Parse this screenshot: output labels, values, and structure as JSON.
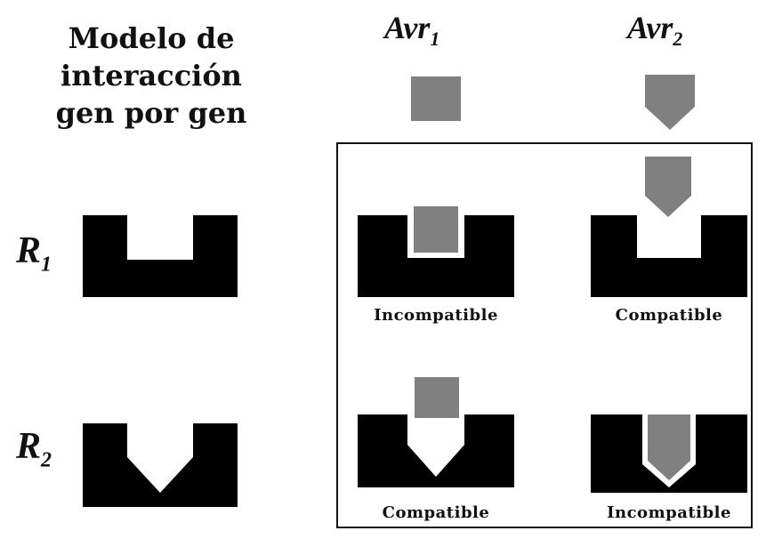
{
  "diagram": {
    "title_lines": [
      "Modelo de",
      "interacción",
      "gen por gen"
    ],
    "columns": [
      {
        "base": "Avr",
        "sub": "1"
      },
      {
        "base": "Avr",
        "sub": "2"
      }
    ],
    "rows": [
      {
        "base": "R",
        "sub": "1"
      },
      {
        "base": "R",
        "sub": "2"
      }
    ],
    "cells": [
      {
        "row": 1,
        "col": 1,
        "result": "Incompatible"
      },
      {
        "row": 1,
        "col": 2,
        "result": "Compatible"
      },
      {
        "row": 2,
        "col": 1,
        "result": "Compatible"
      },
      {
        "row": 2,
        "col": 2,
        "result": "Incompatible"
      }
    ],
    "colors": {
      "receptor": "#000000",
      "effector": "#808080",
      "outline": "#ffffff"
    }
  }
}
